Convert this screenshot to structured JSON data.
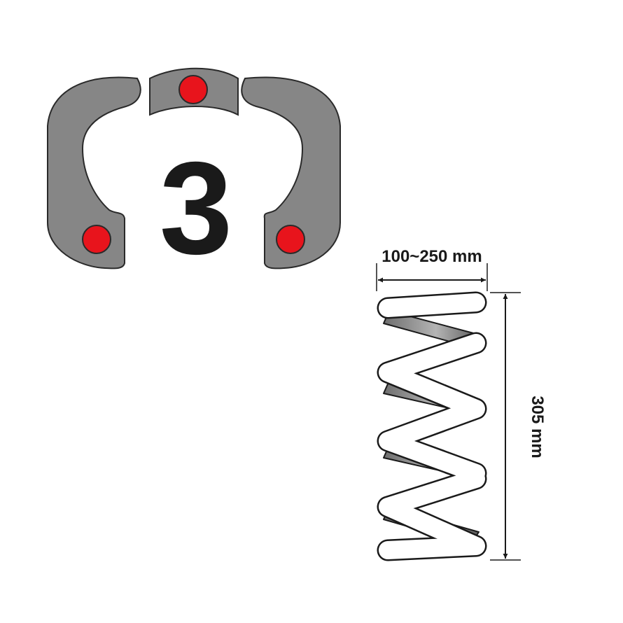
{
  "plate": {
    "number": "3",
    "shoe_color": "#868686",
    "pin_color": "#e8141c"
  },
  "spring": {
    "width_label": "100~250 mm",
    "height_label": "305 mm"
  }
}
